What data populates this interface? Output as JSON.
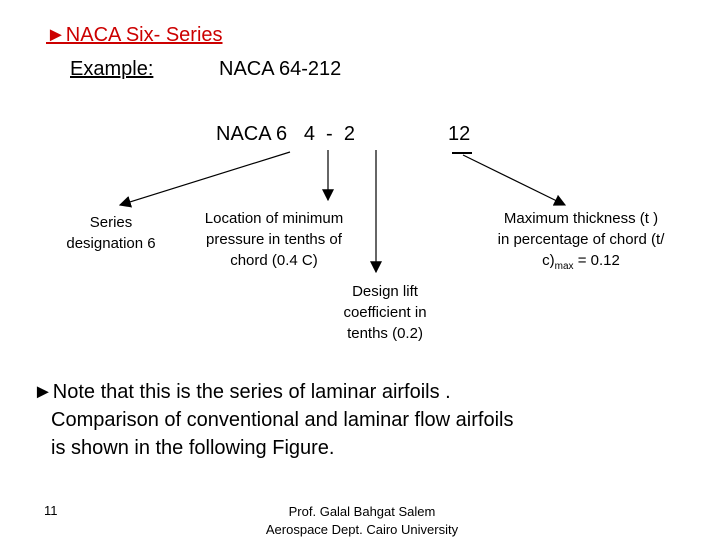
{
  "title": "►NACA Six- Series",
  "example": {
    "label": "Example:",
    "value": "NACA 64-212"
  },
  "designation": {
    "text": "NACA 6   4  -  2",
    "last": "12"
  },
  "labels": {
    "series": [
      "Series",
      "designation 6"
    ],
    "location": [
      "Location of minimum",
      "pressure in tenths of",
      "chord (0.4 C)"
    ],
    "design_lift": [
      "Design lift",
      "coefficient in",
      "tenths (0.2)"
    ],
    "max_thickness": {
      "line1": "Maximum thickness (t )",
      "line2": "in percentage of chord (t/",
      "line3_pre": "c)",
      "line3_sub": "max",
      "line3_post": " = 0.12"
    }
  },
  "note": {
    "line1": "►Note that this is the series of laminar airfoils .",
    "line2": "Comparison of conventional and laminar flow airfoils",
    "line3": "is shown in the following Figure."
  },
  "footer": {
    "page": "11",
    "author": "Prof. Galal Bahgat Salem",
    "dept": "Aerospace Dept. Cairo University"
  }
}
